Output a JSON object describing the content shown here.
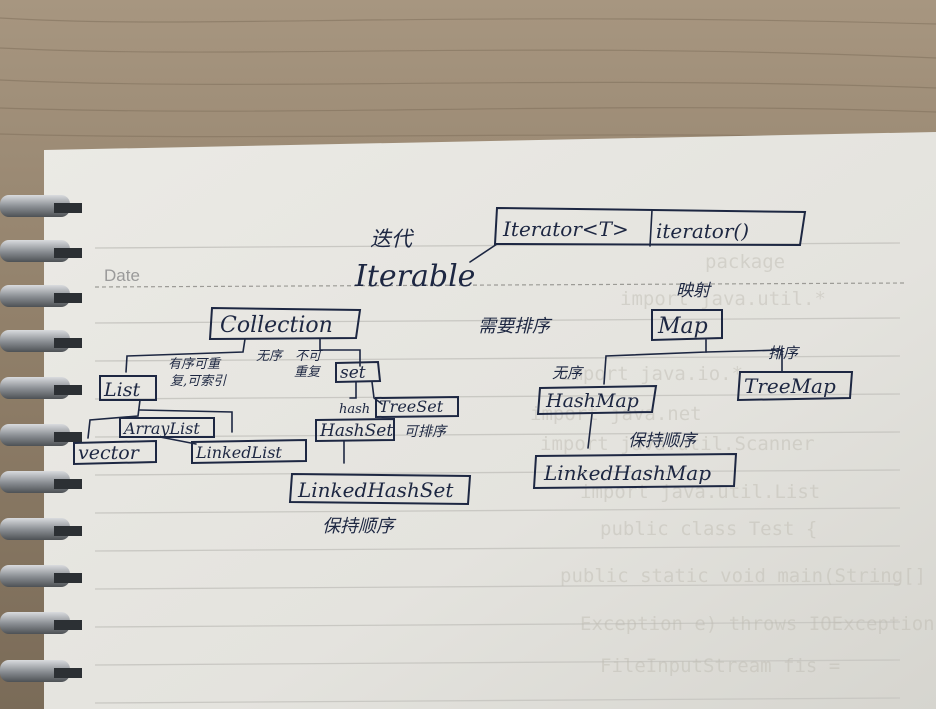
{
  "printed": {
    "date_label": "Date"
  },
  "notes": {
    "iteration_cn": "迭代",
    "iterator_sig": "Iterator<T>",
    "iterator_method": "iterator()",
    "iterable": "Iterable",
    "collection": "Collection",
    "list": "List",
    "list_note1": "有序可重",
    "list_note2": "复,可索引",
    "set_note_a": "无序",
    "set_note_b": "不可",
    "set_note_c": "重复",
    "set": "set",
    "arraylist": "ArrayList",
    "vector": "vector",
    "linkedlist": "LinkedList",
    "hash_note": "hash",
    "hashset": "HashSet",
    "treeset": "TreeSet",
    "treeset_note": "可排序",
    "linkedhashset": "LinkedHashSet",
    "linkedhashset_note": "保持顺序",
    "need_sort": "需要排序",
    "mapping_cn": "映射",
    "map": "Map",
    "unordered": "无序",
    "sortable": "排序",
    "hashmap": "HashMap",
    "treemap": "TreeMap",
    "keep_order": "保持顺序",
    "linkedhashmap": "LinkedHashMap"
  }
}
